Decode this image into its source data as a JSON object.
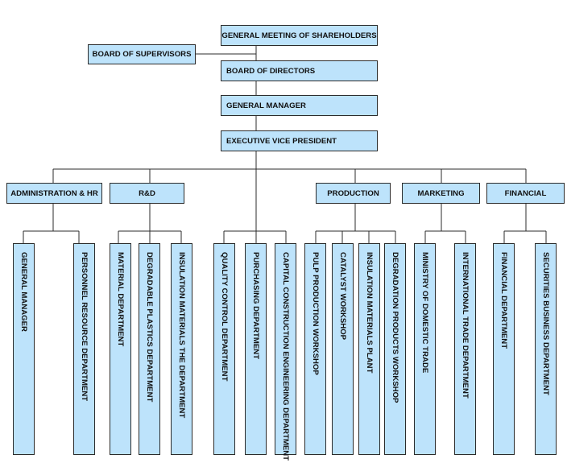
{
  "colors": {
    "box_fill": "#bde3fb",
    "border": "#2b2b2b",
    "line": "#2b2b2b",
    "background": "#ffffff"
  },
  "top": {
    "shareholders": "GENERAL MEETING OF SHAREHOLDERS",
    "supervisors": "BOARD OF SUPERVISORS",
    "directors": "BOARD OF DIRECTORS",
    "general_manager": "GENERAL MANAGER",
    "evp": "EXECUTIVE VICE PRESIDENT"
  },
  "divisions": {
    "admin_hr": "ADMINISTRATION & HR",
    "rd": "R&D",
    "production": "PRODUCTION",
    "marketing": "MARKETING",
    "financial": "FINANCIAL"
  },
  "departments": [
    "GENERAL MANAGER",
    "PERSONNEL RESOURCE DEPARTMENT",
    "MATERIAL DEPARTMENT",
    "DEGRADABLE PLASTICS DEPARTMENT",
    "INSULATION MATERIALS THE DEPARTMENT",
    "QUALITY CONTROL DEPARTMENT",
    "PURCHASING DEPARTMENT",
    "CAPITAL CONSTRUCTION ENGINEERING DEPARTMENT",
    "PULP PRODUCTION WORKSHOP",
    "CATALYST WORKSHOP",
    "INSULATION MATERIALS PLANT",
    "DEGRADATION PRODUCTS WORKSHOP",
    "MINISTRY OF DOMESTIC TRADE",
    "INTERNATIONAL TRADE DEPARTMENT",
    "FINANCIAL DEPARTMENT",
    "SECURITIES BUSINESS DEPARTMENT"
  ]
}
